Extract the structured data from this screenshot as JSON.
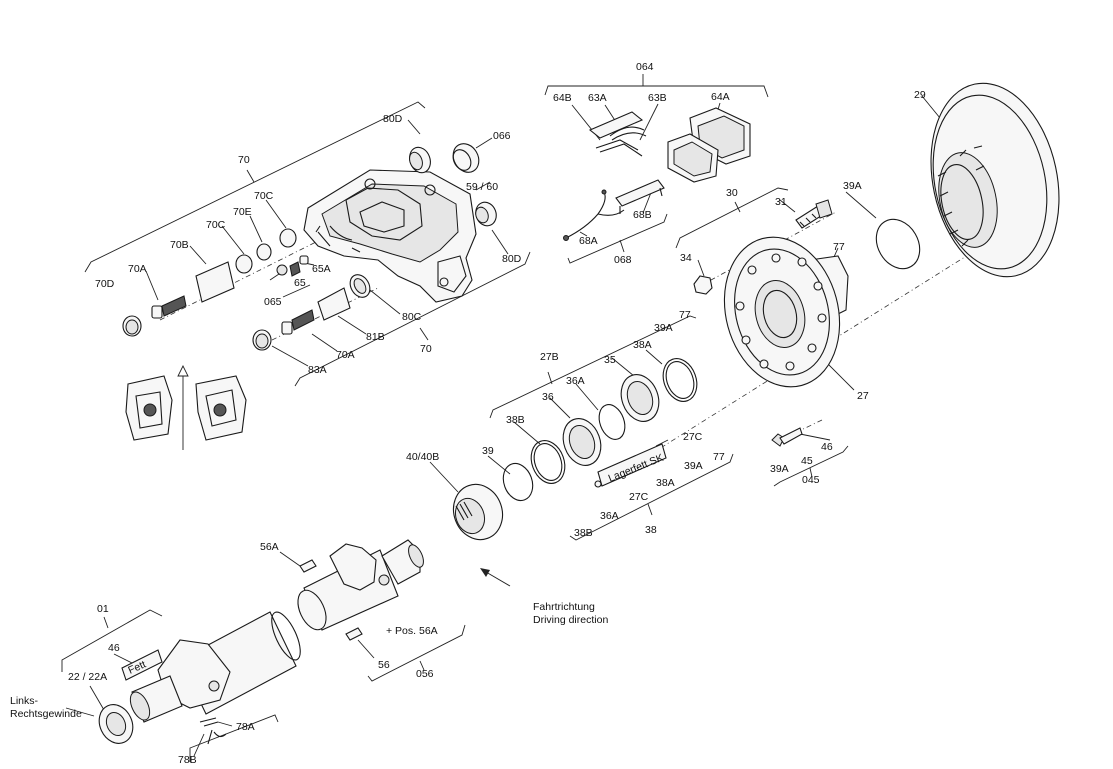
{
  "callouts": {
    "c064": "064",
    "c64B": "64B",
    "c63A": "63A",
    "c63B": "63B",
    "c64A": "64A",
    "c29": "29",
    "c80D_top": "80D",
    "c066": "066",
    "c70_top": "70",
    "c59_60": "59 /  60",
    "c80D_right": "80D",
    "c70C_a": "70C",
    "c70E": "70E",
    "c70C_b": "70C",
    "c70B": "70B",
    "c70A_top": "70A",
    "c70D": "70D",
    "c65A": "65A",
    "c65": "65",
    "c065": "065",
    "c80C": "80C",
    "c81B": "81B",
    "c70A_bot": "70A",
    "c83A": "83A",
    "c70_bot": "70",
    "c68B": "68B",
    "c68A": "68A",
    "c068": "068",
    "c30": "30",
    "c31": "31",
    "c39A_top": "39A",
    "c34": "34",
    "c77_hub": "77",
    "c27": "27",
    "c77_mid": "77",
    "c39A_mid": "39A",
    "c27B": "27B",
    "c38A_mid": "38A",
    "c35": "35",
    "c36A_mid": "36A",
    "c36": "36",
    "c38B_mid": "38B",
    "c39": "39",
    "c27C_top": "27C",
    "c40_40B": "40/40B",
    "c77_bot": "77",
    "c39A_bot": "39A",
    "c38A_bot": "38A",
    "c27C_bot": "27C",
    "c36A_bot": "36A",
    "c38B_bot": "38B",
    "c38": "38",
    "c46_r": "46",
    "c45": "45",
    "c39A_r": "39A",
    "c045": "045",
    "c56A": "56A",
    "c01": "01",
    "c46_l": "46",
    "c22_22A": "22 / 22A",
    "c56": "56",
    "c056": "056",
    "c78A": "78A",
    "c78B": "78B"
  },
  "notes": {
    "lagerfett": "Lagerfett SK",
    "fett": "Fett",
    "pos56a": "+ Pos. 56A",
    "dir_de": "Fahrtrichtung",
    "dir_en": "Driving direction",
    "thread_1": "Links-",
    "thread_2": "Rechtsgewinde"
  },
  "colors": {
    "line": "#222222",
    "part_fill": "#f7f7f7",
    "part_shade": "#e6e6e6",
    "background": "#ffffff"
  }
}
